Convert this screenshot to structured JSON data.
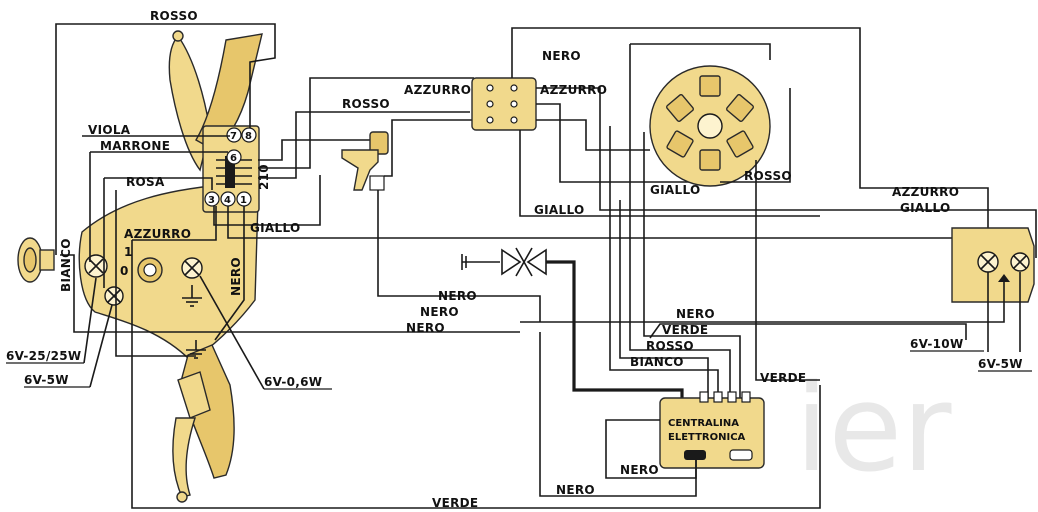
{
  "wire_labels": {
    "rosso_top": "ROSSO",
    "viola": "VIOLA",
    "marrone": "MARRONE",
    "rosa": "ROSA",
    "azzurro_left": "AZZURRO",
    "bianco_left": "BIANCO",
    "giallo_left": "GIALLO",
    "nero_vertical": "NERO",
    "rosso_mid": "ROSSO",
    "azzurro_mid_left": "AZZURRO",
    "azzurro_mid_right": "AZZURRO",
    "nero_top_right": "NERO",
    "giallo_center": "GIALLO",
    "rosso_right": "ROSSO",
    "giallo_long": "GIALLO",
    "azzurro_right": "AZZURRO",
    "giallo_right": "GIALLO",
    "nero_1": "NERO",
    "nero_2": "NERO",
    "nero_3": "NERO",
    "nero_right": "NERO",
    "verde_1": "VERDE",
    "rosso_ecu": "ROSSO",
    "bianco_ecu": "BIANCO",
    "verde_ecu": "VERDE",
    "nero_ecu": "NERO",
    "nero_bottom": "NERO",
    "verde_bottom": "VERDE"
  },
  "terminal_numbers": {
    "t7": "7",
    "t8": "8",
    "t6": "6",
    "t3": "3",
    "t4": "4",
    "t1": "1",
    "code_210": "210",
    "sw_1": "1",
    "sw_0": "0"
  },
  "lamp_ratings": {
    "headlamp": "6V-25/25W",
    "parking": "6V-5W",
    "indicator": "6V-0,6W",
    "tail": "6V-10W",
    "stop": "6V-5W"
  },
  "ecu": {
    "line1": "CENTRALINA",
    "line2": "ELETTRONICA"
  },
  "watermark": "ier"
}
